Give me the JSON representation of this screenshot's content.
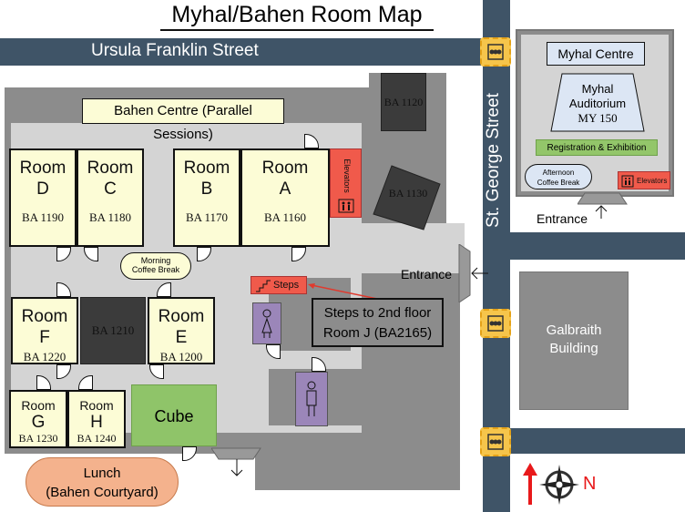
{
  "map": {
    "title": "Myhal/Bahen Room Map",
    "streets": {
      "north": "Ursula Franklin Street",
      "east": "St. George Street"
    },
    "bahen_label": "Bahen Centre (Parallel Sessions)",
    "rooms": [
      {
        "name": "Room",
        "letter": "D",
        "code": "BA 1190"
      },
      {
        "name": "Room",
        "letter": "C",
        "code": "BA 1180"
      },
      {
        "name": "Room",
        "letter": "B",
        "code": "BA 1170"
      },
      {
        "name": "Room",
        "letter": "A",
        "code": "BA 1160"
      },
      {
        "name": "Room",
        "letter": "F",
        "code": "BA 1220"
      },
      {
        "name": "Room",
        "letter": "E",
        "code": "BA 1200"
      },
      {
        "name": "Room",
        "letter": "G",
        "code": "BA 1230"
      },
      {
        "name": "Room",
        "letter": "H",
        "code": "BA 1240"
      }
    ],
    "dark_rooms": [
      "BA 1210",
      "BA 1120",
      "BA 1130"
    ],
    "elevators_label": "Elevators",
    "morning_break": [
      "Morning",
      "Coffee Break"
    ],
    "steps_label": "Steps",
    "steps_note": [
      "Steps to 2nd floor",
      "Room J (BA2165)"
    ],
    "entrance_label": "Entrance",
    "cube_label": "Cube",
    "lunch": [
      "Lunch",
      "(Bahen Courtyard)"
    ],
    "myhal": {
      "title": "Myhal Centre",
      "auditorium": [
        "Myhal",
        "Auditorium",
        "MY 150"
      ],
      "registration": "Registration & Exhibition",
      "afternoon_break": [
        "Afternoon",
        "Coffee Break"
      ],
      "elevators": "Elevators",
      "entrance": "Entrance"
    },
    "galbraith": [
      "Galbraith",
      "Building"
    ],
    "north_label": "N",
    "colors": {
      "road": "#3f5467",
      "room": "#fcfcd6",
      "cube": "#8fc469",
      "lunch": "#f4b28d",
      "registration": "#93c66a",
      "elevator": "#f05a4b",
      "toilet": "#9b86b9",
      "signal": "#f6c54b"
    },
    "icons": [
      "traffic-light-icon",
      "toilet-icon",
      "elevator-icon",
      "compass-icon",
      "arrow-icon"
    ]
  }
}
